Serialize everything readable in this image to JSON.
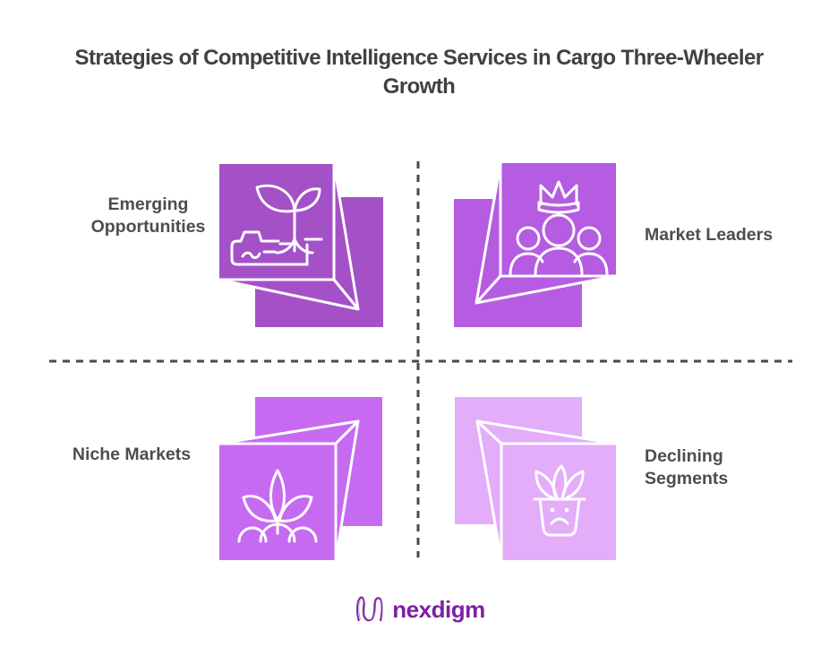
{
  "title": {
    "line1": "Strategies of Competitive Intelligence Services in Cargo Three-Wheeler",
    "line2": "Growth"
  },
  "colors": {
    "background": "#ffffff",
    "title_text": "#414042",
    "label_text": "#4d4d4d",
    "divider": "#4a4a4a",
    "icon_stroke": "#ffffff",
    "logo_purple": "#7c22a0"
  },
  "quadrants": [
    {
      "position": "top-left",
      "label": "Emerging Opportunities",
      "icon": "seedling-soil-icon",
      "color": "#a451c8"
    },
    {
      "position": "top-right",
      "label": "Market Leaders",
      "icon": "crown-team-icon",
      "color": "#b55ce2"
    },
    {
      "position": "bottom-left",
      "label": "Niche Markets",
      "icon": "sprout-icon",
      "color": "#c76af2"
    },
    {
      "position": "bottom-right",
      "label": "Declining Segments",
      "icon": "sad-plant-pot-icon",
      "color": "#e3adf9"
    }
  ],
  "logo": {
    "text": "nexdigm",
    "mark": "nexdigm-wave-mark"
  }
}
